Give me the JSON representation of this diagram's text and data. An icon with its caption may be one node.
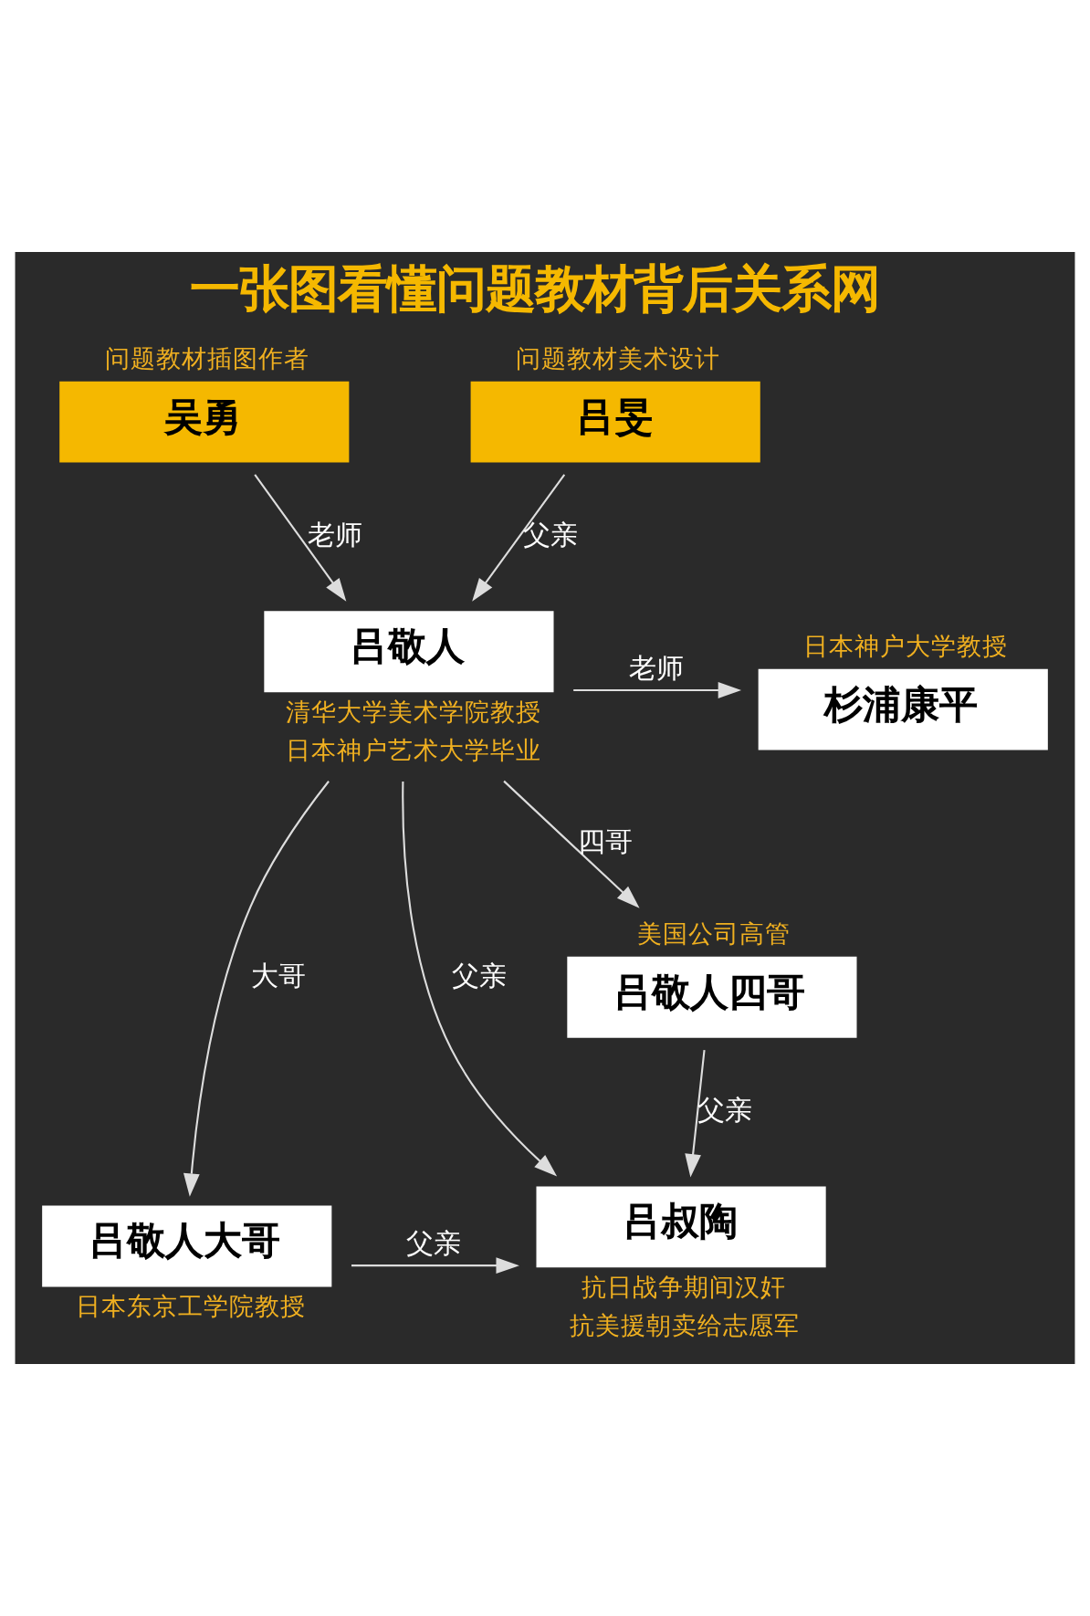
{
  "diagram": {
    "title": "一张图看懂问题教材背后关系网",
    "nodes": [
      {
        "text": [
          "吴勇"
        ],
        "beside": [
          "问题教材插图作者"
        ]
      },
      {
        "text": [
          "吕旻"
        ],
        "beside": [
          "问题教材美术设计"
        ]
      },
      {
        "text": [
          "吕敬人"
        ],
        "beside": [
          "清华大学美术学院教授",
          "日本神户艺术大学毕业"
        ]
      },
      {
        "text": [
          "杉浦康平"
        ],
        "beside": [
          "日本神户大学教授"
        ]
      },
      {
        "text": [
          "吕敬人四哥"
        ],
        "beside": [
          "美国公司高管"
        ]
      },
      {
        "text": [
          "吕敬人大哥"
        ],
        "beside": [
          "日本东京工学院教授"
        ]
      },
      {
        "text": [
          "吕叔陶"
        ],
        "beside": [
          "抗日战争期间汉奸",
          "抗美援朝卖给志愿军"
        ]
      }
    ],
    "edges": [
      {
        "from": 0,
        "to": 2,
        "arrow": "to",
        "label": "老师"
      },
      {
        "from": 1,
        "to": 2,
        "arrow": "to",
        "label": "父亲"
      },
      {
        "from": 2,
        "to": 3,
        "arrow": "to",
        "label": "老师"
      },
      {
        "from": 2,
        "to": 4,
        "arrow": "to",
        "label": "四哥"
      },
      {
        "from": 2,
        "to": 5,
        "arrow": "to",
        "label": "大哥"
      },
      {
        "from": 2,
        "to": 6,
        "arrow": "to",
        "label": "父亲"
      },
      {
        "from": 4,
        "to": 6,
        "arrow": "to",
        "label": "父亲"
      },
      {
        "from": 5,
        "to": 6,
        "arrow": "to",
        "label": "父亲"
      }
    ]
  }
}
